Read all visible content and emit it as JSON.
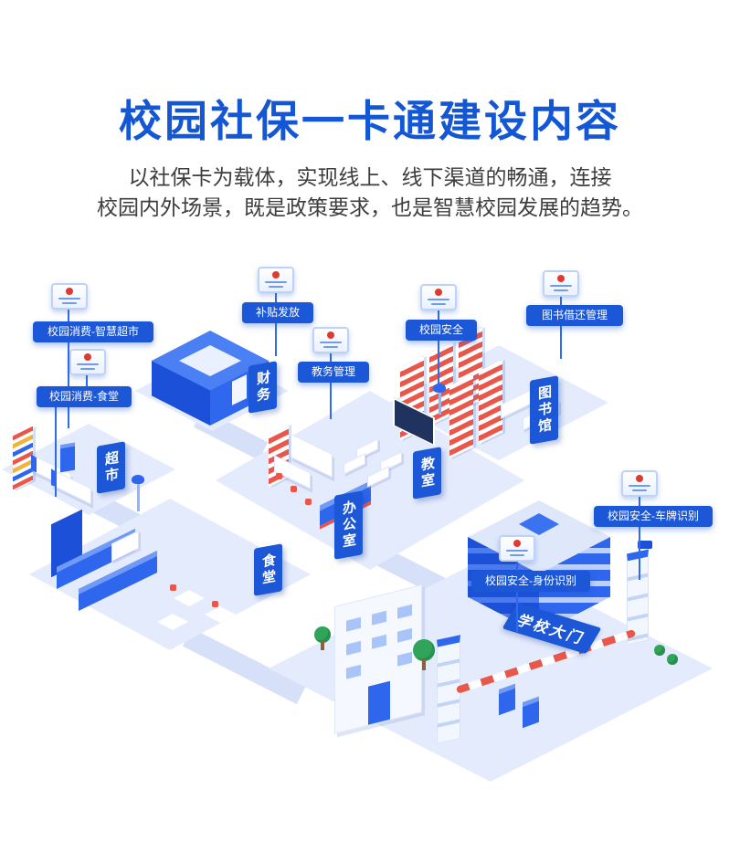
{
  "header": {
    "title": "校园社保一卡通建设内容",
    "subtitle_line1": "以社保卡为载体，实现线上、线下渠道的畅通，连接",
    "subtitle_line2": "校园内外场景，既是政策要求，也是智慧校园发展的趋势。"
  },
  "callouts": [
    {
      "label": "校园消费-智慧超市"
    },
    {
      "label": "校园消费-食堂"
    },
    {
      "label": "补贴发放"
    },
    {
      "label": "教务管理"
    },
    {
      "label": "校园安全"
    },
    {
      "label": "图书借还管理"
    },
    {
      "label": "校园安全-车牌识别"
    },
    {
      "label": "校园安全-身份识别"
    }
  ],
  "areas": {
    "finance": "财务",
    "library": "图书馆",
    "supermarket": "超市",
    "classroom": "教室",
    "office": "办公室",
    "canteen": "食堂",
    "gate": "学校大门"
  },
  "icons": {
    "card": "social-security-card-icon"
  },
  "colors": {
    "title_blue": "#1457d5",
    "tag_blue": "#1b57d6",
    "building_blue": "#2e66ee",
    "building_dark_blue": "#1c50d8",
    "accent_red": "#e8574a",
    "platform_light": "#e4ebfc"
  }
}
